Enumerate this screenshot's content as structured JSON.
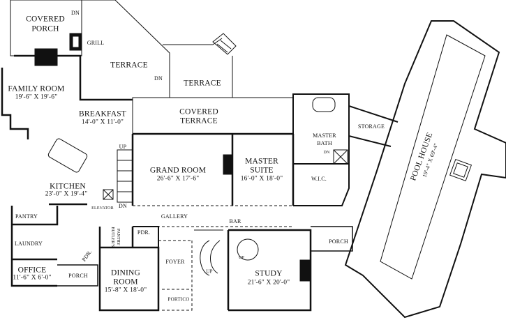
{
  "rooms": {
    "covered_porch": {
      "line1": "COVERED",
      "line2": "PORCH"
    },
    "grill": "GRILL",
    "terrace_1": "TERRACE",
    "terrace_2": "TERRACE",
    "family_room": {
      "name": "FAMILY ROOM",
      "size": "19'-6\" X 19'-6\""
    },
    "breakfast": {
      "name": "BREAKFAST",
      "size": "14'-0\" X 11'-0\""
    },
    "covered_terrace": {
      "line1": "COVERED",
      "line2": "TERRACE"
    },
    "grand_room": {
      "name": "GRAND ROOM",
      "size": "26'-6\" X 17'-6\""
    },
    "master_suite": {
      "line1": "MASTER",
      "line2": "SUITE",
      "size": "16'-0\" X 18'-0\""
    },
    "master_bath": {
      "line1": "MASTER",
      "line2": "BATH"
    },
    "wic": "W.I.C.",
    "storage": "STORAGE",
    "pool_house": {
      "name": "POOL HOUSE",
      "size": "19'-4\" X 69'-4\""
    },
    "kitchen": {
      "name": "KITCHEN",
      "size": "23'-0\" X 19'-4\""
    },
    "elevator": "ELEVATOR",
    "pantry": "PANTRY",
    "laundry": "LAUNDRY",
    "office": {
      "name": "OFFICE",
      "size": "11'-6\" X 6'-0\""
    },
    "porch_left": "PORCH",
    "pdr_left": "PDR.",
    "butlers_pantry": {
      "line1": "BUTLER'S",
      "line2": "PANTRY"
    },
    "pdr_center": "PDR.",
    "gallery": "GALLERY",
    "dining_room": {
      "line1": "DINING",
      "line2": "ROOM",
      "size": "15'-8\" X 18'-0\""
    },
    "foyer": "FOYER",
    "portico": "PORTICO",
    "bar": "BAR",
    "study": {
      "name": "STUDY",
      "size": "21'-6\" X 20'-0\""
    },
    "porch_right": "PORCH"
  },
  "stairs": {
    "dn_porch": "DN",
    "dn_terrace": "DN",
    "up_kitchen": "UP",
    "dn_elevator": "DN",
    "dn_bath": "DN",
    "up_foyer": "UP",
    "up_study": "UP"
  }
}
